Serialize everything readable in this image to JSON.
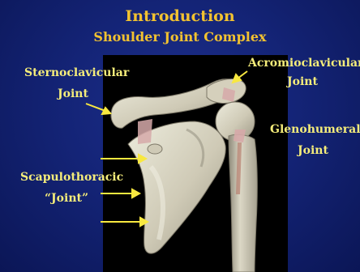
{
  "slide": {
    "title": "Introduction",
    "subtitle": "Shoulder Joint Complex"
  },
  "labels": {
    "sternoclavicular_line1": "Sternoclavicular",
    "sternoclavicular_line2": "Joint",
    "acromioclavicular_line1": "Acromioclavicular",
    "acromioclavicular_line2": "Joint",
    "glenohumeral_line1": "Glenohumeral",
    "glenohumeral_line2": "Joint",
    "scapulothoracic_line1": "Scapulothoracic",
    "scapulothoracic_line2": "“Joint”"
  },
  "colors": {
    "background": "#142477",
    "title": "#f2c230",
    "label": "#f4ec7a",
    "arrow": "#f8e840",
    "bone": "#d8d3c0"
  }
}
